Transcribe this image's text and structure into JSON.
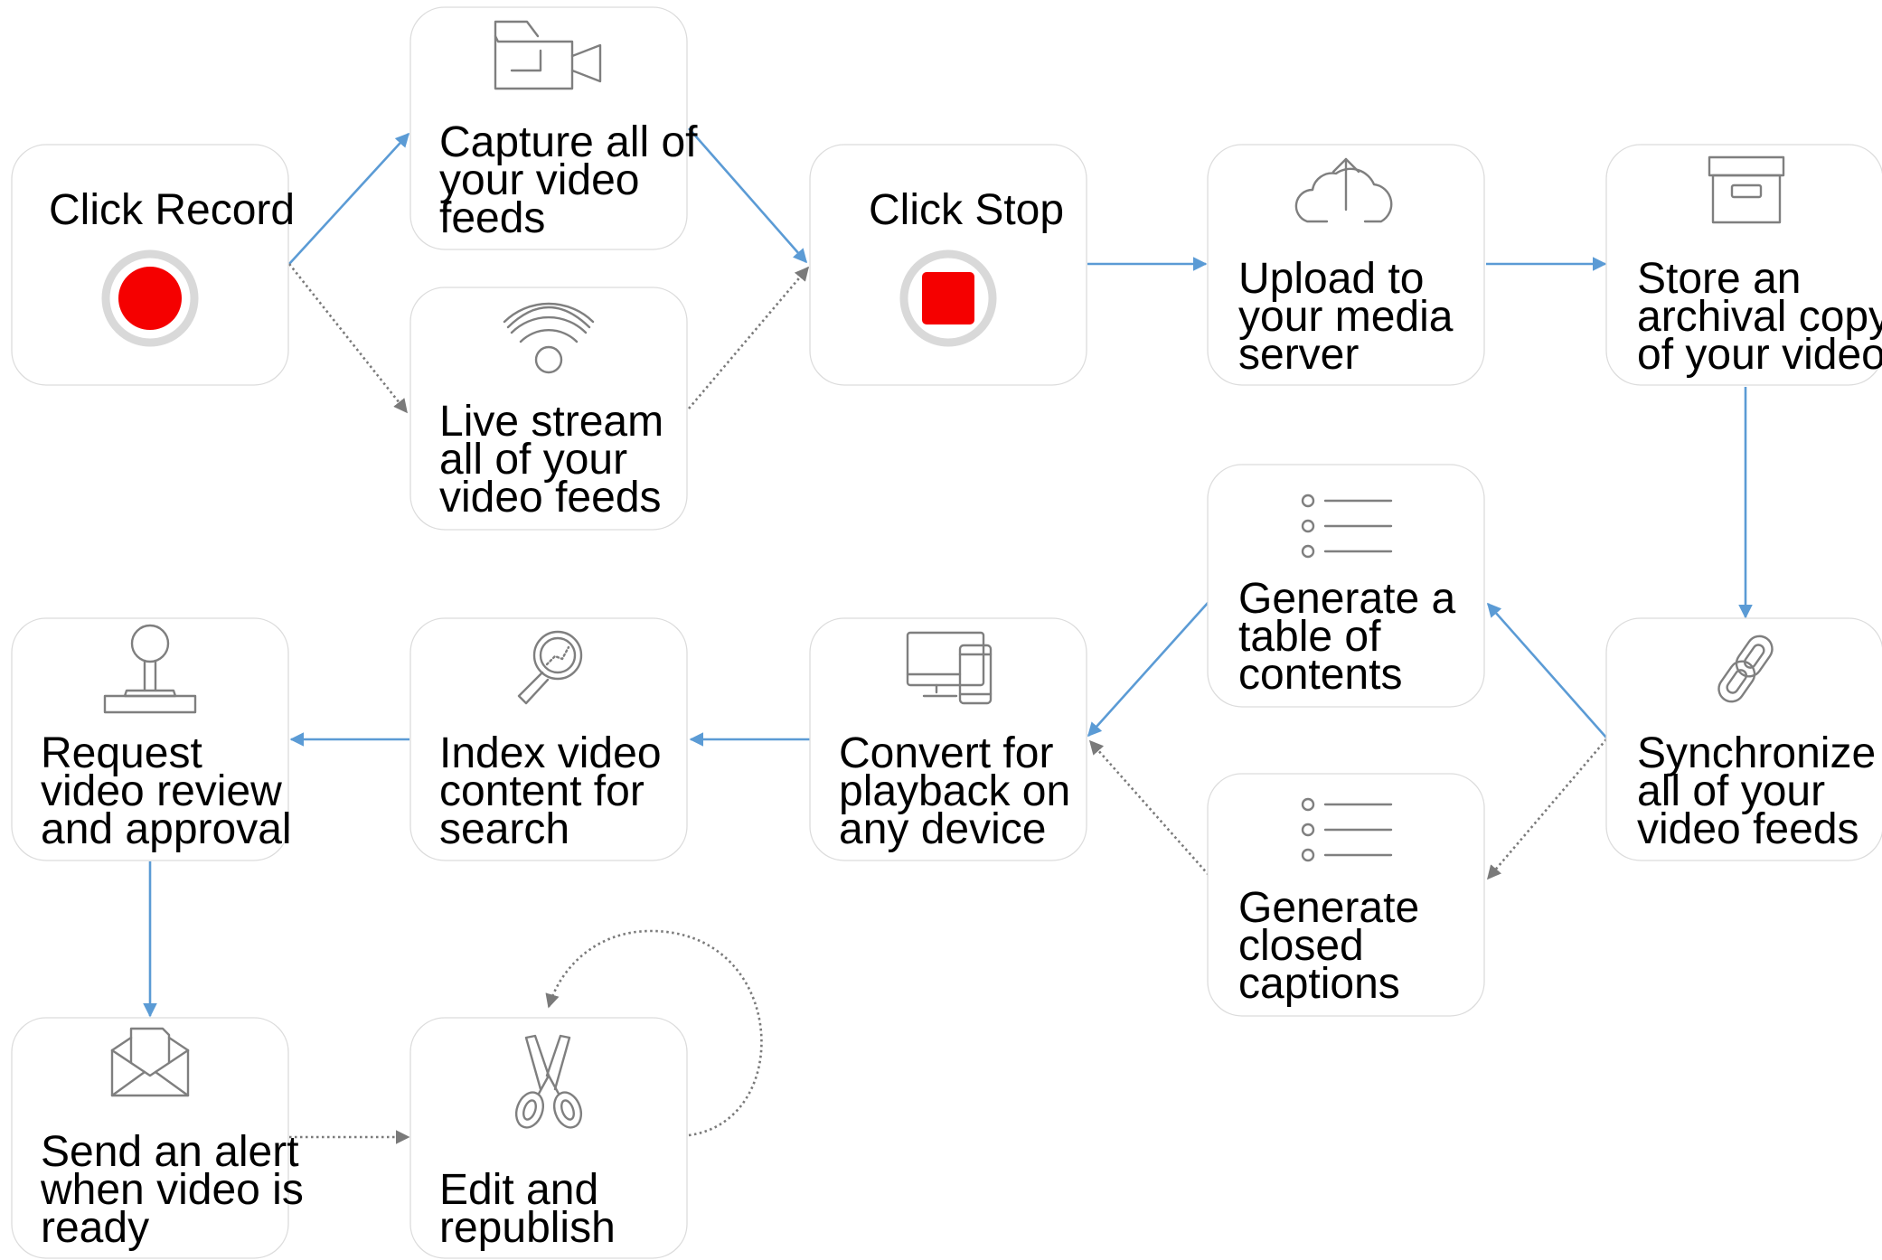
{
  "colors": {
    "primary_flow": "#5b9bd5",
    "secondary_flow": "#7a7a7a",
    "record_red": "#f50000",
    "ring_grey": "#d9d9d9",
    "box_border": "#dcdcdc"
  },
  "steps": {
    "record": {
      "lines": [
        "Click Record"
      ],
      "icon": "record-icon"
    },
    "capture": {
      "lines": [
        "Capture all of",
        "your video",
        "feeds"
      ],
      "icon": "video-camera-icon"
    },
    "livestream": {
      "lines": [
        "Live stream",
        "all of your",
        "video feeds"
      ],
      "icon": "wifi-icon"
    },
    "stop": {
      "lines": [
        "Click Stop"
      ],
      "icon": "stop-icon"
    },
    "upload": {
      "lines": [
        "Upload to",
        "your media",
        "server"
      ],
      "icon": "cloud-upload-icon"
    },
    "archive": {
      "lines": [
        "Store an",
        "archival copy",
        "of your video"
      ],
      "icon": "archive-box-icon"
    },
    "sync": {
      "lines": [
        "Synchronize",
        "all of your",
        "video feeds"
      ],
      "icon": "chain-link-icon"
    },
    "toc": {
      "lines": [
        "Generate a",
        "table of",
        "contents"
      ],
      "icon": "list-icon"
    },
    "captions": {
      "lines": [
        "Generate",
        "closed",
        "captions"
      ],
      "icon": "list-icon"
    },
    "convert": {
      "lines": [
        "Convert for",
        "playback on",
        "any device"
      ],
      "icon": "devices-icon"
    },
    "index": {
      "lines": [
        "Index video",
        "content for",
        "search"
      ],
      "icon": "magnifier-icon"
    },
    "review": {
      "lines": [
        "Request",
        "video review",
        "and approval"
      ],
      "icon": "approval-stamp-icon"
    },
    "alert": {
      "lines": [
        "Send an alert",
        "when video is",
        "ready"
      ],
      "icon": "envelope-icon"
    },
    "edit": {
      "lines": [
        "Edit and",
        "republish"
      ],
      "icon": "scissors-icon"
    }
  },
  "edges": [
    {
      "from": "record",
      "to": "capture",
      "style": "solid"
    },
    {
      "from": "record",
      "to": "livestream",
      "style": "dotted"
    },
    {
      "from": "capture",
      "to": "stop",
      "style": "solid"
    },
    {
      "from": "livestream",
      "to": "stop",
      "style": "dotted"
    },
    {
      "from": "stop",
      "to": "upload",
      "style": "solid"
    },
    {
      "from": "upload",
      "to": "archive",
      "style": "solid"
    },
    {
      "from": "archive",
      "to": "sync",
      "style": "solid"
    },
    {
      "from": "sync",
      "to": "toc",
      "style": "solid"
    },
    {
      "from": "sync",
      "to": "captions",
      "style": "dotted"
    },
    {
      "from": "toc",
      "to": "convert",
      "style": "solid"
    },
    {
      "from": "captions",
      "to": "convert",
      "style": "dotted"
    },
    {
      "from": "convert",
      "to": "index",
      "style": "solid"
    },
    {
      "from": "index",
      "to": "review",
      "style": "solid"
    },
    {
      "from": "review",
      "to": "alert",
      "style": "solid"
    },
    {
      "from": "alert",
      "to": "edit",
      "style": "dotted"
    },
    {
      "from": "edit",
      "to": "edit",
      "style": "dotted"
    }
  ]
}
